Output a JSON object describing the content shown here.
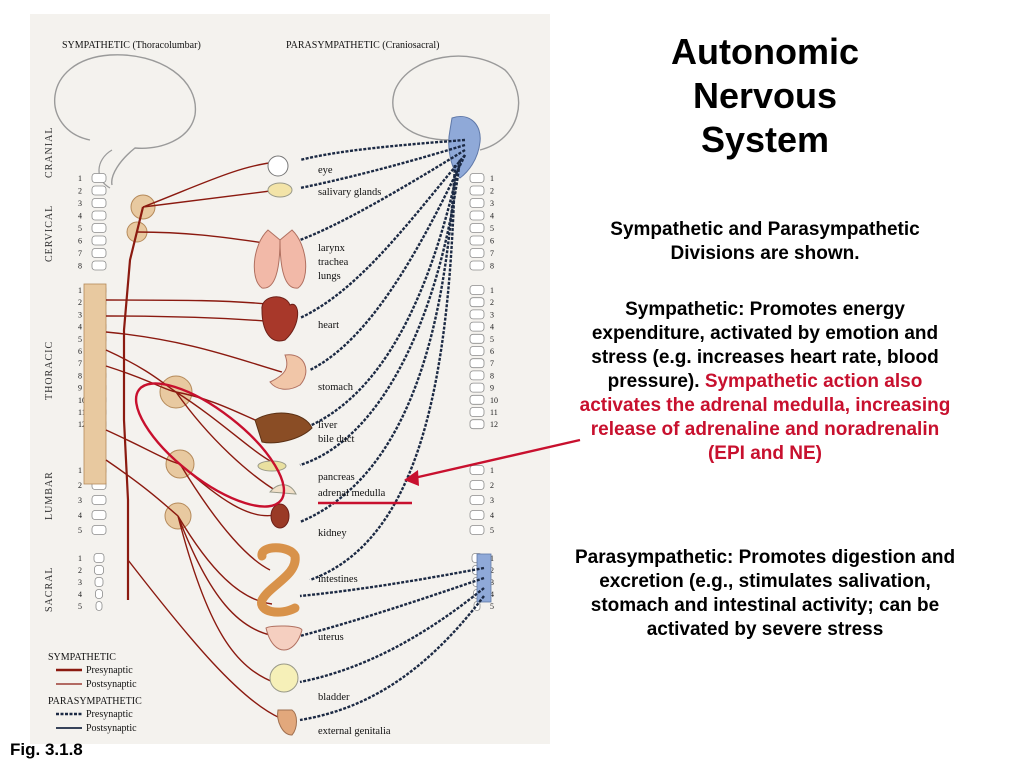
{
  "slide": {
    "title": [
      "Autonomic",
      "Nervous",
      "System"
    ],
    "intro": "Sympathetic and Parasympathetic Divisions are shown.",
    "sympathetic_black": "Sympathetic: Promotes energy expenditure, activated by emotion and stress (e.g. increases heart rate, blood pressure).",
    "sympathetic_red": "Sympathetic action also activates the adrenal medulla, increasing release of adrenaline and noradrenalin (EPI and NE)",
    "parasympathetic": "Parasympathetic: Promotes digestion and excretion (e.g., stimulates salivation, stomach and intestinal activity; can be activated by severe stress",
    "figure_label": "Fig. 3.1.8",
    "accent_red": "#c8102e"
  },
  "diagram": {
    "header_left": "SYMPATHETIC (Thoracolumbar)",
    "header_right": "PARASYMPATHETIC (Craniosacral)",
    "regions": [
      "CRANIAL",
      "CERVICAL",
      "THORACIC",
      "LUMBAR",
      "SACRAL"
    ],
    "organs": [
      "eye",
      "salivary glands",
      "larynx",
      "trachea",
      "lungs",
      "heart",
      "stomach",
      "liver",
      "bile duct",
      "pancreas",
      "adrenal medulla",
      "kidney",
      "intestines",
      "uterus",
      "bladder",
      "external genitalia"
    ],
    "spinal_numbers": {
      "cervical": [
        "1",
        "2",
        "3",
        "4",
        "5",
        "6",
        "7",
        "8"
      ],
      "thoracic": [
        "1",
        "2",
        "3",
        "4",
        "5",
        "6",
        "7",
        "8",
        "9",
        "10",
        "11",
        "12"
      ],
      "lumbar": [
        "1",
        "2",
        "3",
        "4",
        "5"
      ],
      "sacral": [
        "1",
        "2",
        "3",
        "4",
        "5"
      ]
    },
    "legend": {
      "sympathetic": "SYMPATHETIC",
      "parasympathetic": "PARASYMPATHETIC",
      "presynaptic": "Presynaptic",
      "postsynaptic": "Postsynaptic"
    },
    "colors": {
      "sympathetic_nerve": "#8b1a10",
      "parasympathetic_nerve": "#1c2a44",
      "ganglion": "#e8c9a0",
      "spine_vertebra": "#e7c8a0",
      "cranial_nucleus": "#8fa9d8"
    }
  }
}
